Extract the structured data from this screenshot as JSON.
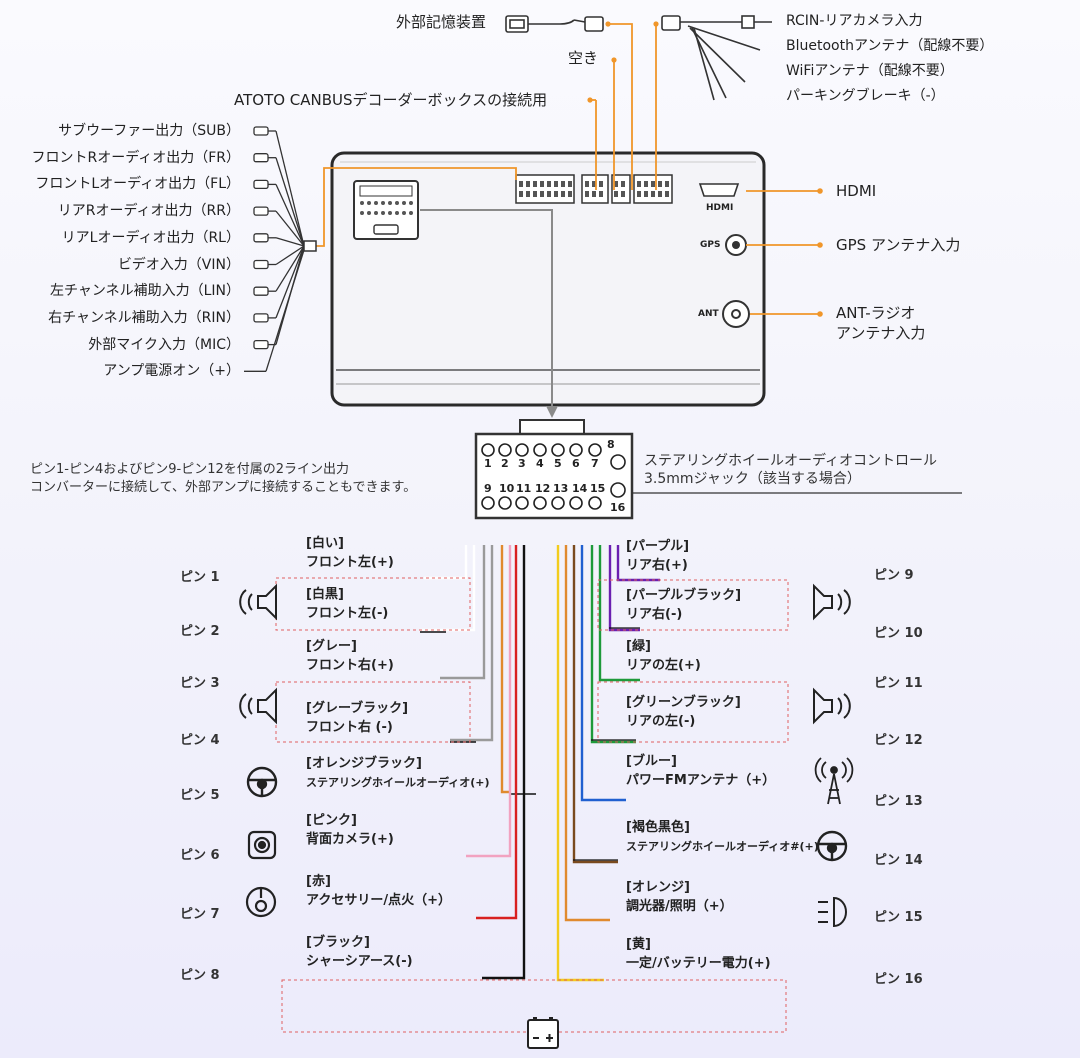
{
  "top": {
    "external_storage": "外部記憶装置",
    "empty": "空き",
    "canbus": "ATOTO CANBUSデコーダーボックスの接続用",
    "right_labels": [
      "RCIN-リアカメラ入力",
      "Bluetoothアンテナ（配線不要）",
      "WiFiアンテナ（配線不要）",
      "パーキングブレーキ（-）"
    ]
  },
  "left_outputs": [
    "サブウーファー出力（SUB）",
    "フロントRオーディオ出力（FR）",
    "フロントLオーディオ出力（FL）",
    "リアRオーディオ出力（RR）",
    "リアLオーディオ出力（RL）",
    "ビデオ入力（VIN）",
    "左チャンネル補助入力（LIN）",
    "右チャンネル補助入力（RIN）",
    "外部マイク入力（MIC）",
    "アンプ電源オン（+）"
  ],
  "device": {
    "hdmi_tag": "HDMI",
    "gps_tag": "GPS",
    "ant_tag": "ANT",
    "hdmi_label": "HDMI",
    "gps_label": "GPS アンテナ入力",
    "ant_label_1": "ANT-ラジオ",
    "ant_label_2": "アンテナ入力"
  },
  "connector": {
    "top_numbers": [
      "1",
      "2",
      "3",
      "4",
      "5",
      "6",
      "7",
      "8"
    ],
    "bottom_numbers": [
      "9",
      "10",
      "11",
      "12",
      "13",
      "14",
      "15",
      "16"
    ],
    "note_line1": "ピン1-ピン4およびピン9-ピン12を付属の2ライン出力",
    "note_line2": "コンバーターに接続して、外部アンプに接続することもできます。",
    "steering_line1": "ステアリングホイールオーディオコントロール",
    "steering_line2": "3.5mmジャック（該当する場合）"
  },
  "pins_left": [
    {
      "pin": "ピン 1",
      "color_name": "[白い]",
      "func": "フロント左(+)",
      "wire": "#ffffff"
    },
    {
      "pin": "ピン 2",
      "color_name": "[白黒]",
      "func": "フロント左(-)",
      "wire": "#ffffff"
    },
    {
      "pin": "ピン 3",
      "color_name": "[グレー]",
      "func": "フロント右(+)",
      "wire": "#9a9a9a"
    },
    {
      "pin": "ピン 4",
      "color_name": "[グレーブラック]",
      "func": "フロント右 (-)",
      "wire": "#9a9a9a"
    },
    {
      "pin": "ピン 5",
      "color_name": "[オレンジブラック]",
      "func": "ステアリングホイールオーディオ(+)",
      "wire": "#e08a2e"
    },
    {
      "pin": "ピン 6",
      "color_name": "[ピンク]",
      "func": "背面カメラ(+)",
      "wire": "#f2a2c0"
    },
    {
      "pin": "ピン 7",
      "color_name": "[赤]",
      "func": "アクセサリー/点火（+）",
      "wire": "#d82020"
    },
    {
      "pin": "ピン 8",
      "color_name": "[ブラック]",
      "func": "シャーシアース(-)",
      "wire": "#111111"
    }
  ],
  "pins_right": [
    {
      "pin": "ピン 9",
      "color_name": "[パープル]",
      "func": "リア右(+)",
      "wire": "#6a1fb0"
    },
    {
      "pin": "ピン 10",
      "color_name": "[パープルブラック]",
      "func": "リア右(-)",
      "wire": "#6a1fb0"
    },
    {
      "pin": "ピン 11",
      "color_name": "[緑]",
      "func": "リアの左(+)",
      "wire": "#1e9a3a"
    },
    {
      "pin": "ピン 12",
      "color_name": "[グリーンブラック]",
      "func": "リアの左(-)",
      "wire": "#1e9a3a"
    },
    {
      "pin": "ピン 13",
      "color_name": "[ブルー]",
      "func": "パワーFMアンテナ（+）",
      "wire": "#2060d0"
    },
    {
      "pin": "ピン 14",
      "color_name": "[褐色黒色]",
      "func": "ステアリングホイールオーディオ#(+)",
      "wire": "#7a4a1e"
    },
    {
      "pin": "ピン 15",
      "color_name": "[オレンジ]",
      "func": "調光器/照明（+）",
      "wire": "#e08a2e"
    },
    {
      "pin": "ピン 16",
      "color_name": "[黄]",
      "func": "一定/バッテリー電力(+)",
      "wire": "#f2cc1c"
    }
  ],
  "icons": {
    "speaker": "speaker-icon",
    "steering": "steering-wheel-icon",
    "camera": "camera-icon",
    "ignition": "ignition-key-icon",
    "antenna": "antenna-icon",
    "light": "headlight-icon",
    "battery": "battery-icon"
  },
  "colors": {
    "accent_orange": "#f0962a",
    "arrow_gray": "#8a8a8a",
    "dashed_red": "#e06060"
  }
}
